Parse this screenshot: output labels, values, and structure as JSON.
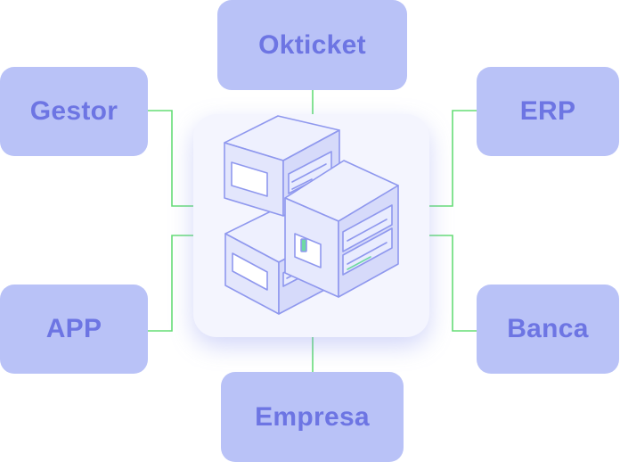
{
  "nodes": {
    "okticket": "Okticket",
    "gestor": "Gestor",
    "erp": "ERP",
    "app": "APP",
    "banca": "Banca",
    "empresa": "Empresa"
  },
  "colors": {
    "node_fill": "#b9c2f7",
    "node_text": "#6d75e3",
    "connector": "#66dd77",
    "hub_bg": "#f4f5fe",
    "server_stroke": "#8f98ee",
    "server_fill": "#dfe2fc"
  },
  "icons": {
    "center": "server-stack-icon"
  }
}
